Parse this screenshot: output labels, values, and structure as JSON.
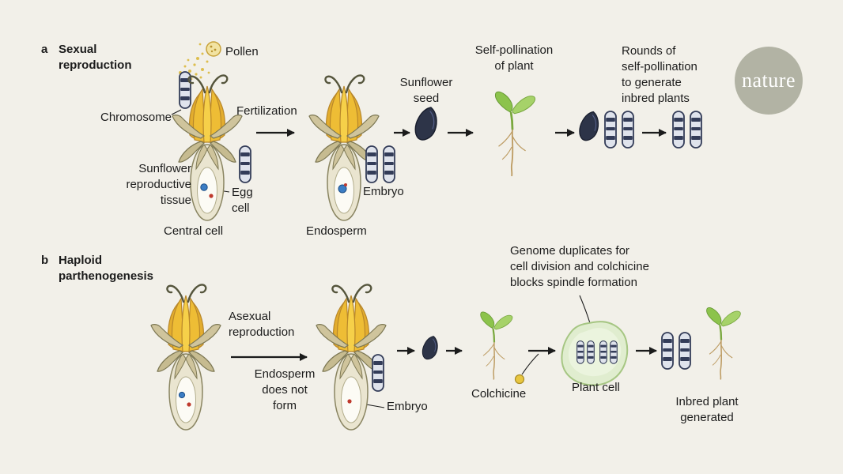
{
  "colors": {
    "background": "#f2f0e9",
    "chromosome_fill": "#dfe3ec",
    "chromosome_band": "#333c58",
    "seed": "#2d3448",
    "petal_yellow": "#eebd35",
    "sepal_tan": "#cfc49c",
    "leaf_green": "#8cc34c",
    "plant_cell_green": "#e0edcf",
    "pollen_yellow": "#ddbe4e",
    "egg_cell_blue": "#3b7dc4",
    "embryo_red": "#bf3a2e",
    "logo_circle": "#b2b3a4"
  },
  "brand": {
    "logo_text": "nature"
  },
  "panel_a": {
    "key": "a",
    "title": "Sexual\nreproduction",
    "labels": {
      "pollen": "Pollen",
      "chromosome": "Chromosome",
      "tissue": "Sunflower\nreproductive\ntissue",
      "egg_cell": "Egg\ncell",
      "central_cell": "Central cell",
      "fertilization": "Fertilization",
      "embryo": "Embryo",
      "endosperm": "Endosperm",
      "seed": "Sunflower\nseed",
      "self_pollination": "Self-pollination\nof plant",
      "rounds": "Rounds of\nself-pollination\nto generate\ninbred plants"
    }
  },
  "panel_b": {
    "key": "b",
    "title": "Haploid\nparthenogenesis",
    "labels": {
      "asexual": "Asexual\nreproduction",
      "endosperm": "Endosperm\ndoes not\nform",
      "embryo": "Embryo",
      "colchicine": "Colchicine",
      "genome": "Genome duplicates for\ncell division and colchicine\nblocks spindle formation",
      "plant_cell": "Plant cell",
      "inbred": "Inbred plant\ngenerated"
    }
  }
}
